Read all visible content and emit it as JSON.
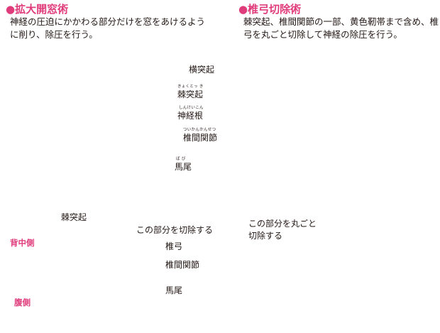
{
  "left": {
    "title": "●拡大開窓術",
    "desc_line1": "神経の圧迫にかかわる部分だけを窓をあけるよう",
    "desc_line2": "に削り、除圧を行う。",
    "labels": {
      "transverse_process": "横突起",
      "spinous_process": "棘突起",
      "spinous_process_ruby": "きょくとっ き",
      "nerve_root": "神経根",
      "nerve_root_ruby": "しんけいこん",
      "facet_joint": "椎間関節",
      "facet_joint_ruby": "ついかんかんせつ",
      "cauda_equina": "馬尾",
      "cauda_equina_ruby": "ば び",
      "spinous_process_lower": "棘突起",
      "resect_part": "この部分を切除する",
      "lamina": "椎弓",
      "facet_joint_lower": "椎間関節",
      "cauda_equina_lower": "馬尾"
    }
  },
  "right": {
    "title": "●椎弓切除術",
    "desc_line1": "棘突起、椎間関節の一部、黄色靭帯まで含め、椎",
    "desc_line2": "弓を丸ごと切除して神経の除圧を行う。",
    "labels": {
      "resect_whole_line1": "この部分を丸ごと",
      "resect_whole_line2": "切除する"
    }
  },
  "orientation": {
    "dorsal": "背中側",
    "ventral": "腹側"
  },
  "colors": {
    "accent": "#e03c7c",
    "bone": "#d4d4d4",
    "bone_outline": "#231815",
    "pink_dark": "#d9608e",
    "pink_light": "#f7d3e3",
    "nerve": "#f8e3ec"
  }
}
